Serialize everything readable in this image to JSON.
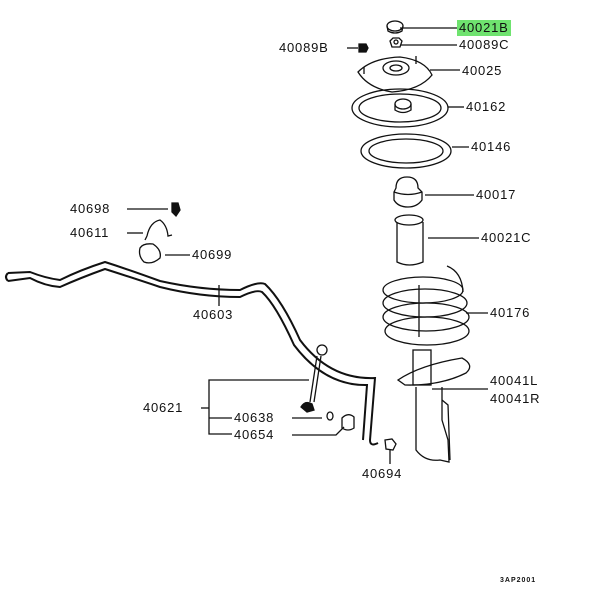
{
  "highlight_color": "#6fe36f",
  "labels": {
    "p40021B": "40021B",
    "p40089C": "40089C",
    "p40089B": "40089B",
    "p40025": "40025",
    "p40162": "40162",
    "p40146": "40146",
    "p40017": "40017",
    "p40021C": "40021C",
    "p40176": "40176",
    "p40041L": "40041L",
    "p40041R": "40041R",
    "p40698": "40698",
    "p40611": "40611",
    "p40699": "40699",
    "p40603": "40603",
    "p40621": "40621",
    "p40638": "40638",
    "p40654": "40654",
    "p40694": "40694"
  },
  "diagram_code": "3AP2001"
}
